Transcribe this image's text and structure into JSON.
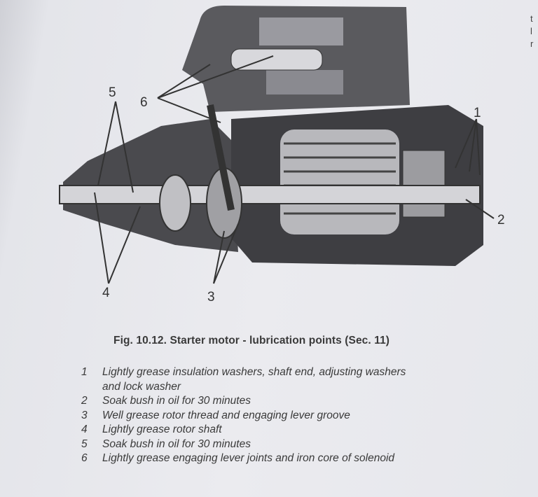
{
  "figure": {
    "callouts": [
      "1",
      "2",
      "3",
      "4",
      "5",
      "6"
    ]
  },
  "caption": "Fig. 10.12. Starter motor - lubrication points (Sec. 11)",
  "legend": [
    {
      "num": "1",
      "text": "Lightly grease insulation washers, shaft end, adjusting washers",
      "cont": "and lock washer"
    },
    {
      "num": "2",
      "text": "Soak bush in oil for 30 minutes"
    },
    {
      "num": "3",
      "text": "Well grease rotor thread and engaging lever groove"
    },
    {
      "num": "4",
      "text": "Lightly grease rotor shaft"
    },
    {
      "num": "5",
      "text": "Soak bush in oil for 30 minutes"
    },
    {
      "num": "6",
      "text": "Lightly grease engaging lever joints and iron core of solenoid"
    }
  ],
  "edge_text": [
    "t",
    "l",
    "r"
  ]
}
